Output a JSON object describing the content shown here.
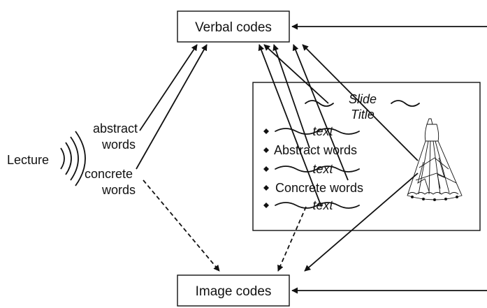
{
  "nodes": {
    "verbal": "Verbal codes",
    "image": "Image codes"
  },
  "source": {
    "lecture": "Lecture",
    "abstract_1": "abstract",
    "abstract_2": "words",
    "concrete_1": "concrete",
    "concrete_2": "words"
  },
  "slide": {
    "title_1": "Slide",
    "title_2": "Title",
    "bullets": [
      {
        "type": "wavy",
        "text": "text"
      },
      {
        "type": "plain",
        "text": "Abstract words"
      },
      {
        "type": "wavy",
        "text": "text"
      },
      {
        "type": "plain",
        "text": "Concrete words"
      },
      {
        "type": "wavy",
        "text": "text"
      }
    ]
  },
  "icons": {
    "dress": "dress-illustration-icon",
    "sound_waves": "sound-waves-icon",
    "bullet": "bullet-diamond-icon"
  }
}
